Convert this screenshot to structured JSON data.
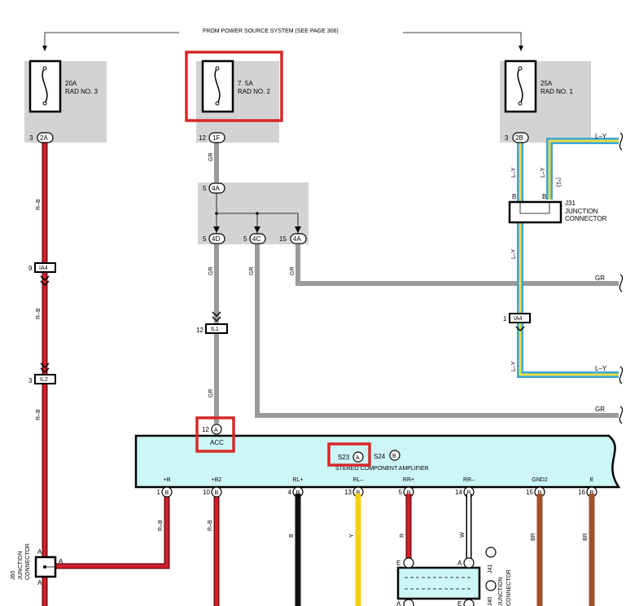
{
  "header": {
    "source_label": "FROM POWER SOURCE SYSTEM (SEE PAGE 306)"
  },
  "fuses": [
    {
      "amp": "20A",
      "name": "RAD NO. 3",
      "pin": "3",
      "conn": "2A"
    },
    {
      "amp": "7. 5A",
      "name": "RAD NO. 2",
      "pin": "12",
      "conn": "1F"
    },
    {
      "amp": "25A",
      "name": "RAD NO. 1",
      "pin": "3",
      "conn": "2B"
    }
  ],
  "junction_block": {
    "top": {
      "pin": "5",
      "conn": "4A"
    },
    "outs": [
      {
        "pin": "5",
        "conn": "4D"
      },
      {
        "pin": "5",
        "conn": "4C"
      },
      {
        "pin": "15",
        "conn": "4A"
      }
    ]
  },
  "wire_colors": {
    "left": "R–B",
    "center": "GR",
    "right": "L–Y",
    "note": "(*1)",
    "gr_branch": "GR",
    "amp_pins": [
      "R–B",
      "R–B",
      "B",
      "Y",
      "R",
      "W",
      "BR",
      "BR"
    ]
  },
  "connectors": {
    "ia4_left": {
      "pin": "9",
      "label": "IA4"
    },
    "il2": {
      "pin": "3",
      "label": "IL2"
    },
    "il1": {
      "pin": "12",
      "label": "IL1"
    },
    "ia4_right": {
      "pin": "1",
      "label": "IA4"
    }
  },
  "j31": {
    "id": "J31",
    "line1": "JUNCTION",
    "line2": "CONNECTOR",
    "pin_a": "B",
    "pin_b": "B"
  },
  "right_labels": {
    "ly_top": "L–Y",
    "gr_mid": "GR",
    "ly_bottom": "L–Y",
    "gr_bottom": "GR"
  },
  "amplifier": {
    "title": "STEREO COMPONENT AMPLIFIER",
    "acc_pin": "12",
    "acc_label": "ACC",
    "acc_conn": "A",
    "s23": "S23",
    "s23_conn": "A",
    "s24": "S24",
    "s24_conn": "B",
    "pins": [
      {
        "num": "1",
        "name": "+B",
        "conn": "B"
      },
      {
        "num": "10",
        "name": "+B2",
        "conn": "B"
      },
      {
        "num": "4",
        "name": "RL+",
        "conn": "B"
      },
      {
        "num": "13",
        "name": "RL–",
        "conn": "B"
      },
      {
        "num": "5",
        "name": "RR+",
        "conn": "B"
      },
      {
        "num": "14",
        "name": "RR–",
        "conn": "B"
      },
      {
        "num": "15",
        "name": "GND2",
        "conn": "B"
      },
      {
        "num": "16",
        "name": "E",
        "conn": "B"
      }
    ]
  },
  "j60": {
    "id": "J60",
    "line1": "JUNCTION",
    "line2": "CONNECTOR",
    "pin_a": "A",
    "pin_b": "A",
    "pin_side": "A"
  },
  "j40": {
    "id": "J40",
    "j41": "J41",
    "line1": "JUNCTION",
    "line2": "CONNECTOR",
    "pins_top": [
      "E",
      "A"
    ],
    "pins_bottom": [
      "A",
      "E"
    ]
  },
  "colors": {
    "highlight": "#d62828",
    "panel": "#d3d3d3",
    "amp_fill": "#cdf6f6",
    "rb_wire": "#c0141f",
    "gr_wire": "#9a9a9a",
    "ly_blue": "#3aa6d8",
    "ly_yellow": "#e6dc4a",
    "yellow_wire": "#f5cf12",
    "brown_wire": "#a0522d"
  }
}
